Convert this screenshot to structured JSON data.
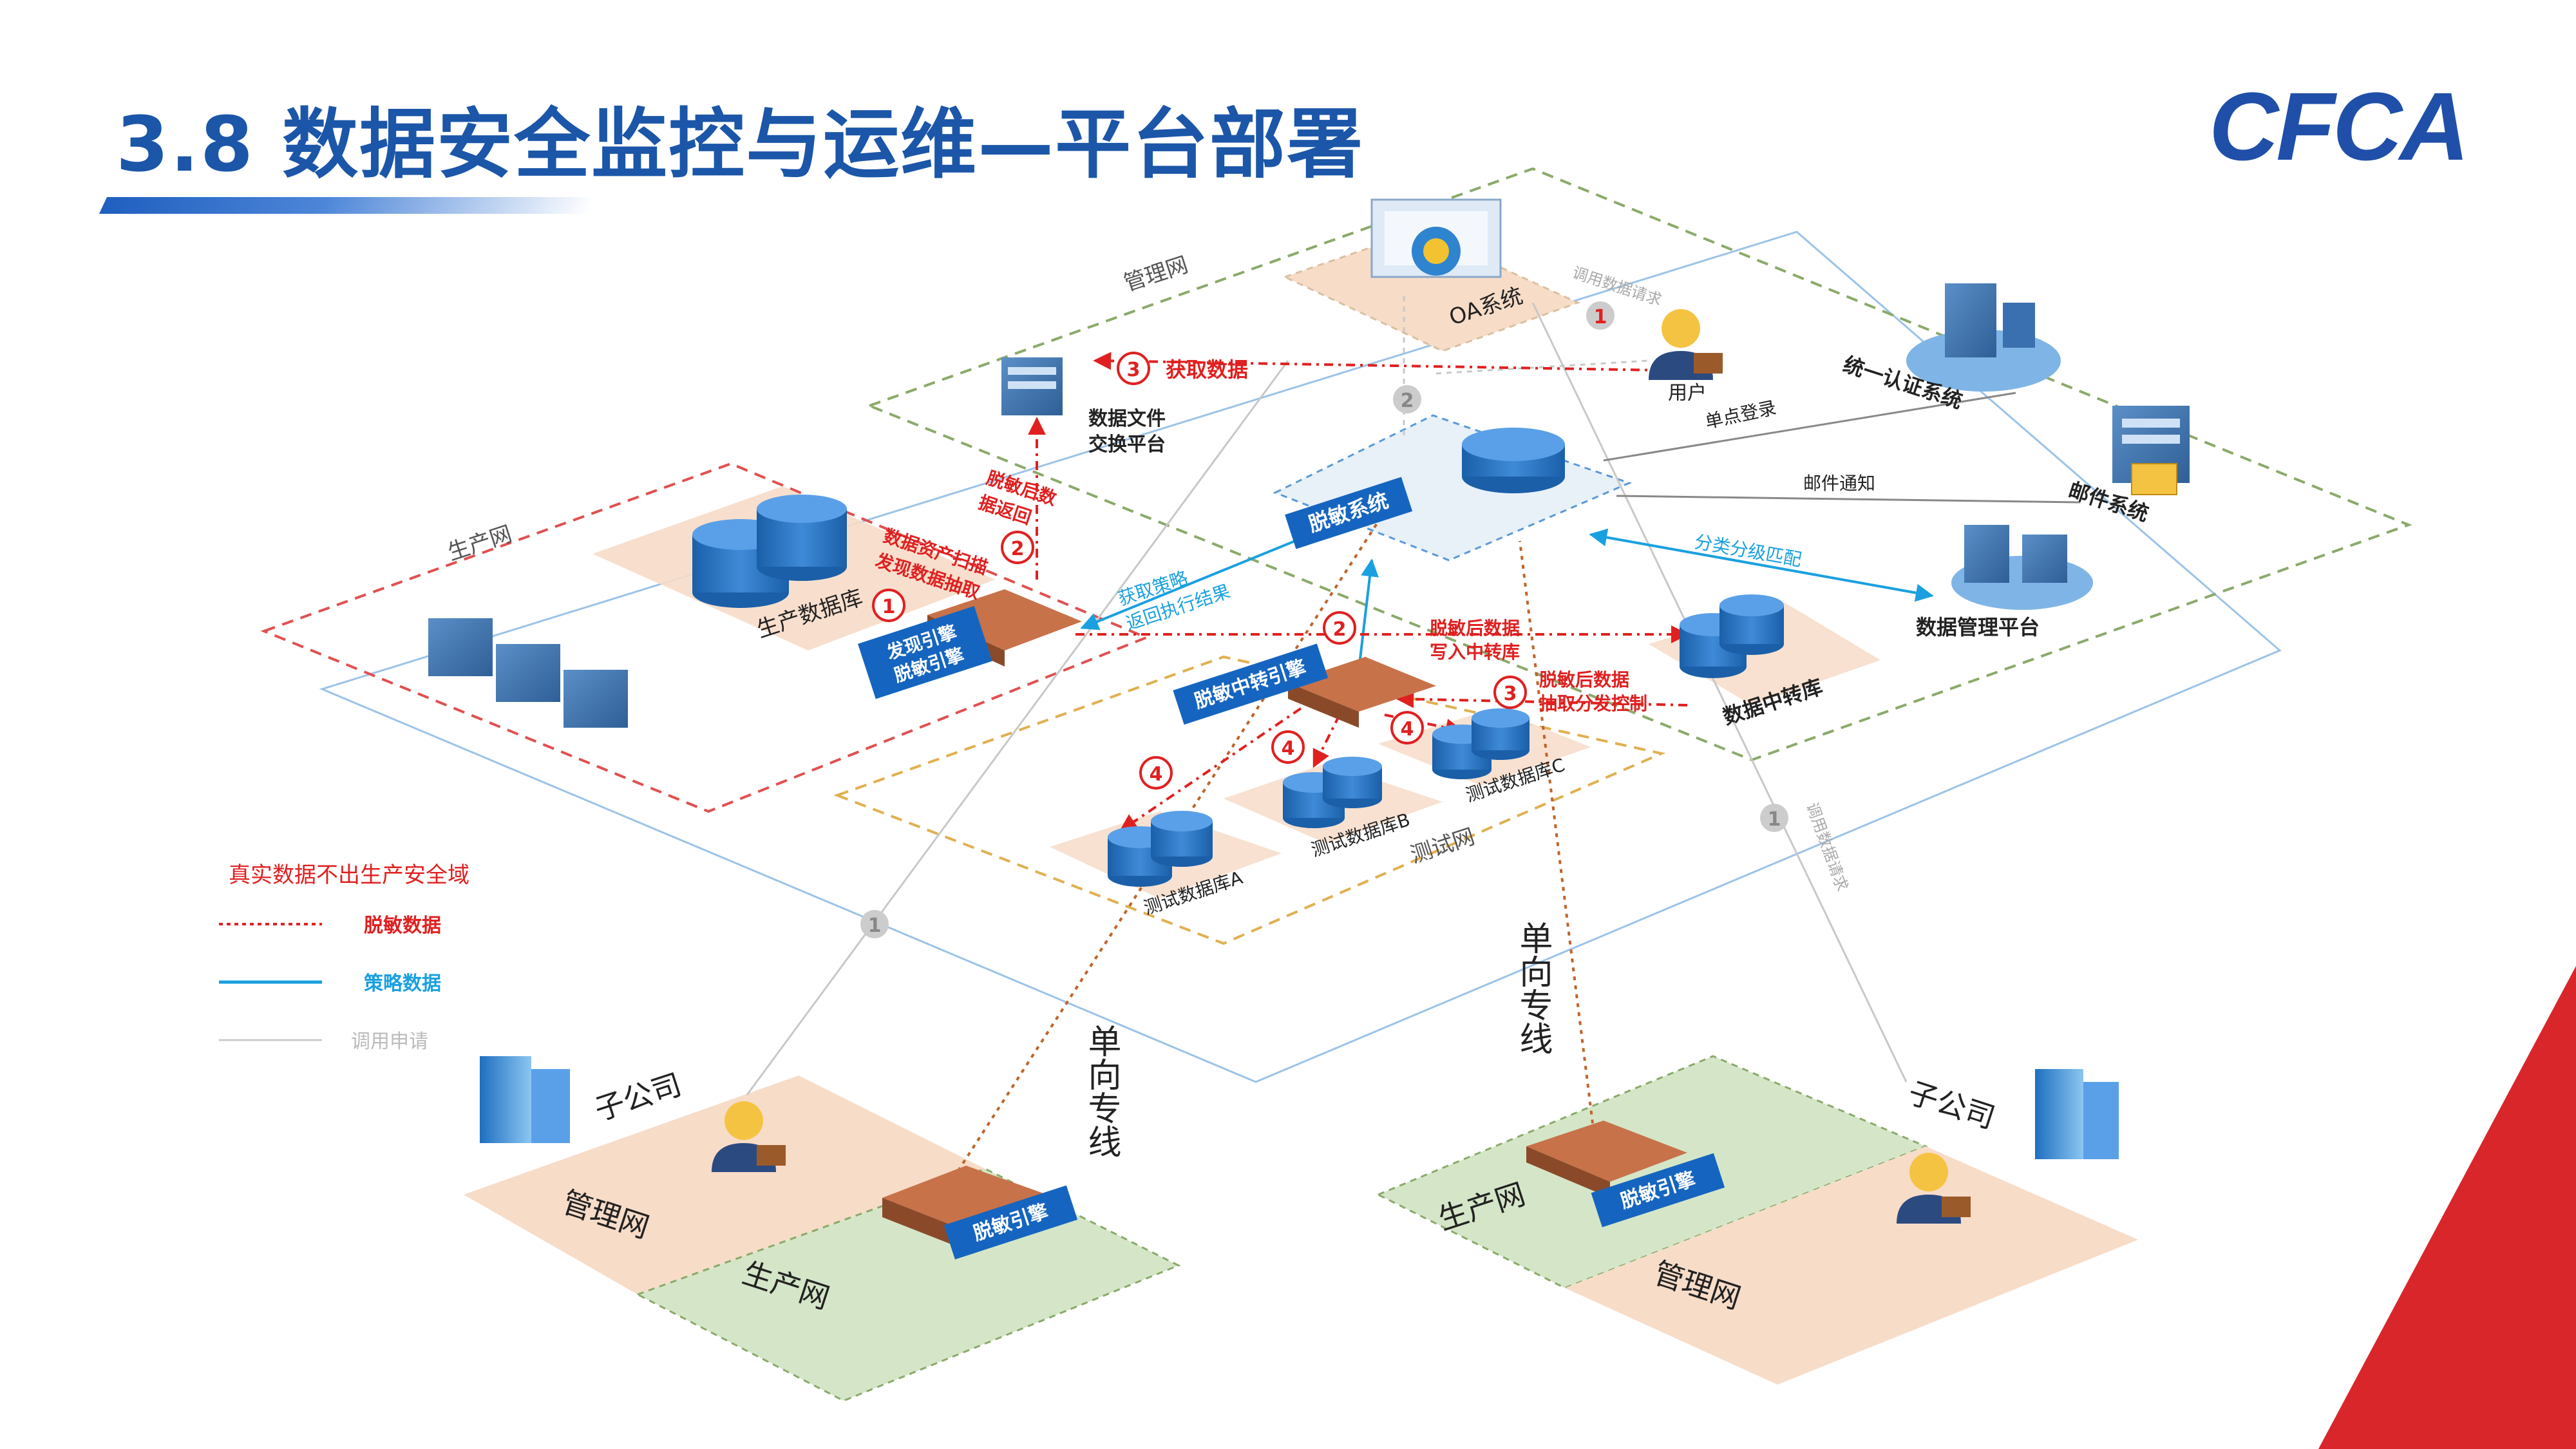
{
  "slide": {
    "title": "3.8 数据安全监控与运维—平台部署",
    "logo_text": "CFCA"
  },
  "colors": {
    "title_blue": "#1b56a8",
    "desensitize_red": "#e02020",
    "strategy_blue": "#1aa0e0",
    "call_gray": "#bbbbbb",
    "label_box_blue": "#1565c0",
    "prod_zone_red": "#e05050",
    "mgmt_zone_green": "#8aaa6a",
    "test_zone_orange": "#e0b050",
    "dedicated_line_brown": "#c0642a",
    "corner_red": "#d9262b"
  },
  "zones": {
    "management_net": "管理网",
    "production_net": "生产网",
    "test_net": "测试网",
    "production_db": "生产数据库",
    "test_db_a": "测试数据库A",
    "test_db_b": "测试数据库B",
    "test_db_c": "测试数据库C"
  },
  "nodes": {
    "oa_system": "OA系统",
    "user": "用户",
    "file_exchange_line1": "数据文件",
    "file_exchange_line2": "交换平台",
    "unified_auth": "统一认证系统",
    "mail_system": "邮件系统",
    "data_mgmt_platform": "数据管理平台",
    "desensitize_system": "脱敏系统",
    "discovery_engine_line1": "发现引擎",
    "discovery_engine_line2": "脱敏引擎",
    "relay_engine": "脱敏中转引擎",
    "data_relay_db": "数据中转库",
    "desensitize_engine": "脱敏引擎"
  },
  "flows": {
    "get_data": "获取数据",
    "sso": "单点登录",
    "mail_notify": "邮件通知",
    "classification_match": "分类分级匹配",
    "post_desensitize_return_line1": "脱敏后数",
    "post_desensitize_return_line2": "据返回",
    "asset_scan_line1": "数据资产扫描",
    "asset_scan_line2": "发现数据抽取",
    "get_strategy_line1": "获取策略",
    "get_strategy_line2": "返回执行结果",
    "write_relay_line1": "脱敏后数据",
    "write_relay_line2": "写入中转库",
    "extract_distribute_line1": "脱敏后数据",
    "extract_distribute_line2": "抽取分发控制",
    "call_request_data": "调用数据请求",
    "call_request_data_2": "调用数据请求",
    "step_1": "1",
    "step_2": "2",
    "step_3": "3",
    "step_4": "4"
  },
  "legend": {
    "heading": "真实数据不出生产安全域",
    "desensitized_data": "脱敏数据",
    "strategy_data": "策略数据",
    "call_request": "调用申请"
  },
  "branches": {
    "subsidiary": "子公司",
    "dedicated_line": "单向专线",
    "mgmt": "管理网",
    "prod": "生产网"
  }
}
